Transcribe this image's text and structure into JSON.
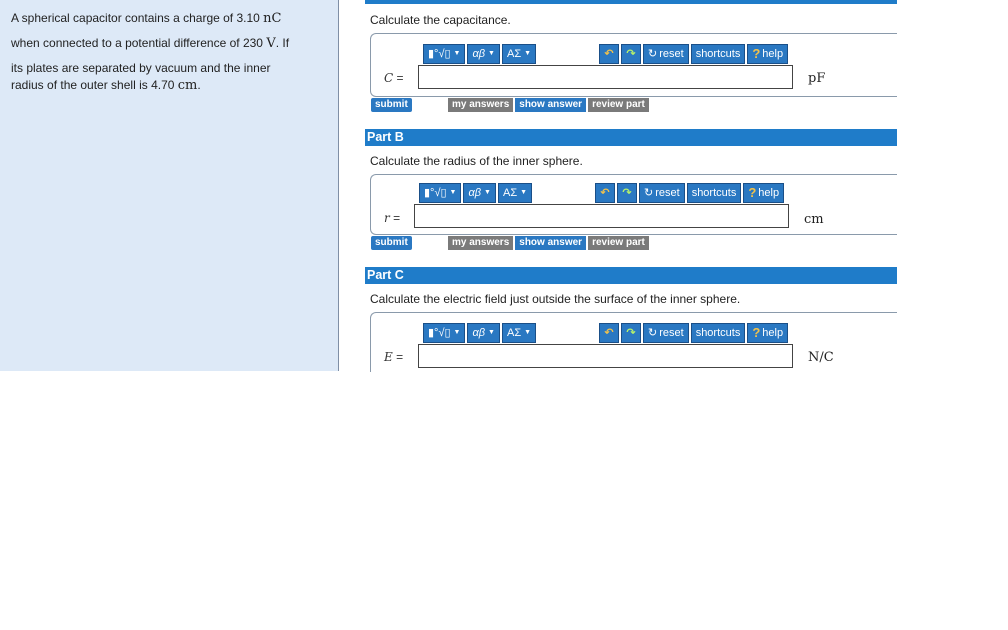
{
  "problem": {
    "line1": "A spherical capacitor contains a charge of 3.10 ",
    "line1_unit": "nC",
    "line2": "when connected to a potential difference of 230 ",
    "line2_unit": "V",
    "line2_end": ". If",
    "line3": "its plates are separated by vacuum and the inner",
    "line4": "radius of the outer shell is 4.70 ",
    "line4_unit": "cm",
    "line4_end": "."
  },
  "toolbar": {
    "templates_label": "▮°√▯",
    "greek_label": "αβ",
    "symbols_label": "ΑΣ",
    "reset_label": "reset",
    "shortcuts_label": "shortcuts",
    "help_label": "help"
  },
  "buttons": {
    "submit": "submit",
    "my_answers": "my answers",
    "show_answer": "show answer",
    "review_part": "review part"
  },
  "parts": [
    {
      "header": "",
      "question": "Calculate the capacitance.",
      "variable": "C",
      "equals": " =",
      "unit": "pF",
      "value": ""
    },
    {
      "header": "Part B",
      "question": "Calculate the radius of the inner sphere.",
      "variable": "r",
      "equals": " =",
      "unit": "cm",
      "value": ""
    },
    {
      "header": "Part C",
      "question": "Calculate the electric field just outside the surface of the inner sphere.",
      "variable": "E",
      "equals": " =",
      "unit": "N/C",
      "value": ""
    }
  ],
  "colors": {
    "accent": "#1f7cc9",
    "panel": "#dde9f7",
    "gray_button": "#7a7a7a"
  }
}
